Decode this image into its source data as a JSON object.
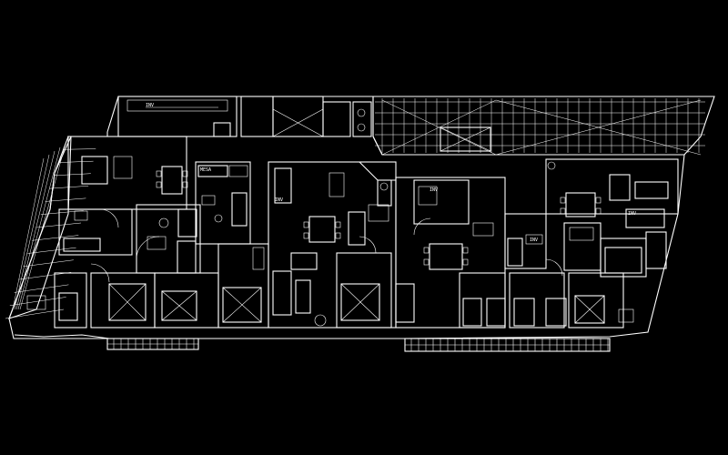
{
  "labels": {
    "inv_1": "INV",
    "inv_2": "INV",
    "inv_3": "INV",
    "inv_4": "INV",
    "inv_5": "INV",
    "mesa": "MESA"
  }
}
